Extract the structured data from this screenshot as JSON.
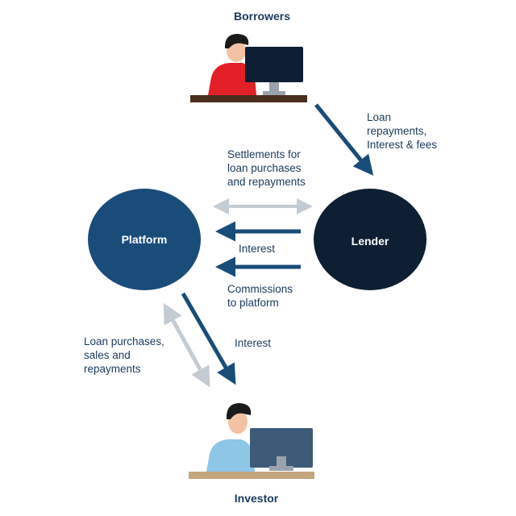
{
  "titles": {
    "borrowers": "Borrowers",
    "investor": "Investor"
  },
  "nodes": {
    "platform": "Platform",
    "lender": "Lender"
  },
  "flows": {
    "loan_repayments": [
      "Loan",
      "repayments,",
      "Interest & fees"
    ],
    "settlements": [
      "Settlements for",
      "loan purchases",
      "and repayments"
    ],
    "interest_lender": "Interest",
    "commissions": [
      "Commissions",
      "to  platform"
    ],
    "loan_purchases": [
      "Loan purchases,",
      "sales and",
      "repayments"
    ],
    "interest_investor": "Interest"
  },
  "colors": {
    "dark_blue": "#1a4c7a",
    "navy": "#0e1f33",
    "grey": "#c5cbd3",
    "text": "#1b3a5c",
    "borrower_shirt": "#e32027",
    "investor_shirt": "#8ec6e6"
  }
}
